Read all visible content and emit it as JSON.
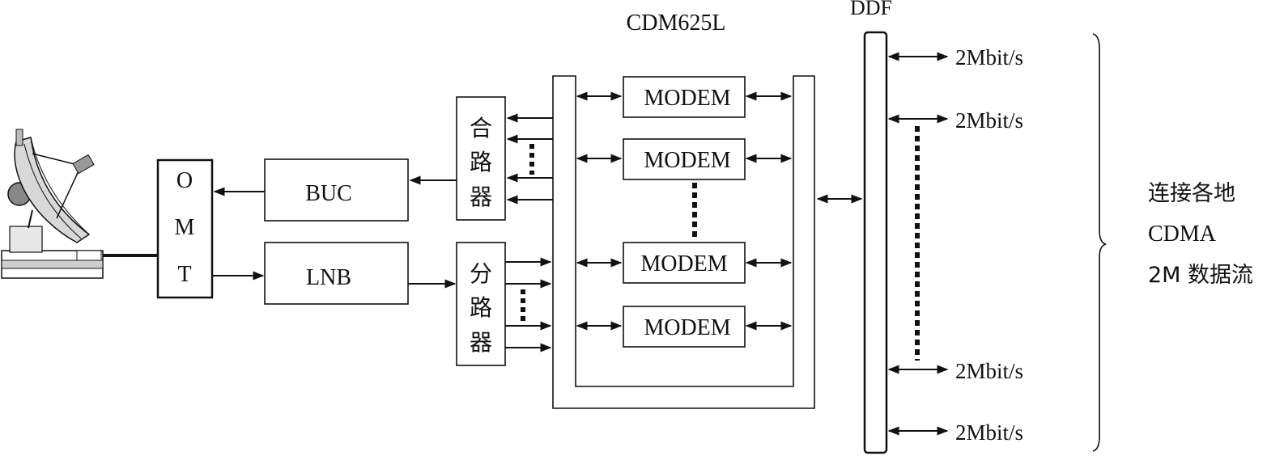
{
  "title": "CDM625L",
  "ddf_label": "DDF",
  "omt": {
    "letters": [
      "O",
      "M",
      "T"
    ]
  },
  "buc_label": "BUC",
  "lnb_label": "LNB",
  "combiner": {
    "chars": [
      "合",
      "路",
      "器"
    ]
  },
  "splitter": {
    "chars": [
      "分",
      "路",
      "器"
    ]
  },
  "modems": [
    "MODEM",
    "MODEM",
    "MODEM",
    "MODEM"
  ],
  "rates": [
    "2Mbit/s",
    "2Mbit/s",
    "2Mbit/s",
    "2Mbit/s"
  ],
  "side_note": [
    "连接各地",
    "CDMA",
    "2M 数据流"
  ],
  "icons": [
    "satellite-dish-icon"
  ]
}
